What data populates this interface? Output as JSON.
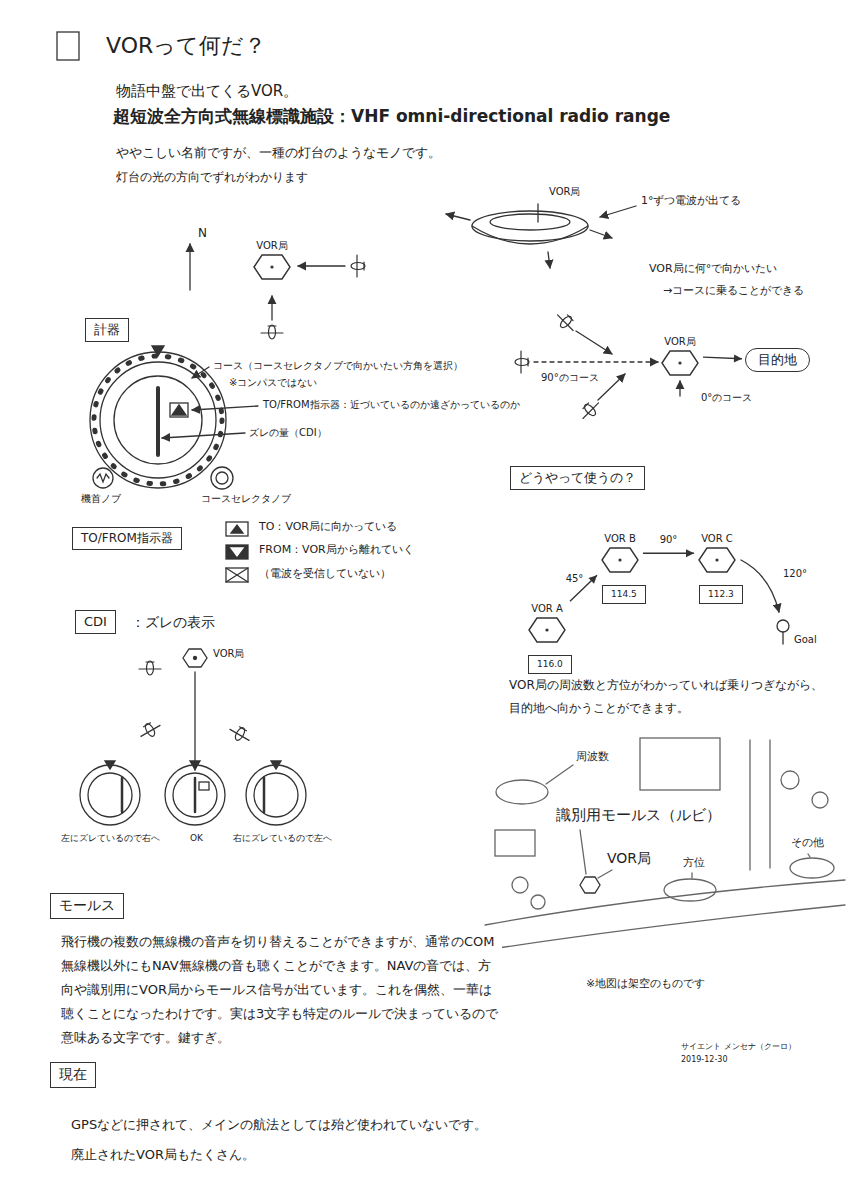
{
  "diagram": {
    "title": "VORって何だ？",
    "nodes": [
      {
        "text": [
          "VOR局"
        ]
      },
      {
        "text": [
          "計器"
        ]
      },
      {
        "text": [
          "VOR局"
        ]
      },
      {
        "text": [
          "目的地"
        ]
      },
      {
        "text": [
          "どうやって使うの？"
        ]
      },
      {
        "text": [
          "TO/FROM指示器"
        ]
      },
      {
        "text": [
          "VOR A"
        ]
      },
      {
        "text": [
          "116.0"
        ]
      },
      {
        "text": [
          "VOR B"
        ]
      },
      {
        "text": [
          "114.5"
        ]
      },
      {
        "text": [
          "VOR C"
        ]
      },
      {
        "text": [
          "112.3"
        ]
      },
      {
        "text": [
          "CDI"
        ]
      },
      {
        "text": [
          "モールス"
        ]
      },
      {
        "text": [
          "現在"
        ]
      }
    ],
    "edges": [
      {
        "from": 2,
        "to": 3,
        "arrow": "to"
      },
      {
        "from": 6,
        "to": 8,
        "label": "45°",
        "arrow": "to"
      },
      {
        "from": 8,
        "to": 10,
        "label": "90°",
        "arrow": "to"
      }
    ],
    "labels": [
      "物語中盤で出てくるVOR。",
      "超短波全方向式無線標識施設：VHF omni-directional radio range",
      "ややこしい名前ですが、一種の灯台のようなモノです。",
      "灯台の光の方向でずれがわかります",
      "VOR局",
      "1°ずつ電波が出てる",
      "N",
      "コース（コースセレクタノブで向かいたい方角を選択）",
      "※コンパスではない",
      "TO/FROM指示器：近づいているのか遠ざかっているのか",
      "ズレの量（CDI）",
      "機首ノブ",
      "コースセレクタノブ",
      "VOR局に何°で向かいたい",
      "→コースに乗ることができる",
      "90°のコース",
      "0°のコース",
      "TO：VOR局に向かっている",
      "FROM：VOR局から離れていく",
      "（電波を受信していない）",
      "：ズレの表示",
      "VOR局",
      "左にズレているので右へ",
      "OK",
      "右にズレているので左へ",
      "120°",
      "Goal",
      "VOR局の周波数と方位がわかっていれば乗りつぎながら、",
      "目的地へ向かうことができます。",
      "周波数",
      "識別用モールス（ルビ）",
      "VOR局",
      "方位",
      "その他",
      "※地図は架空のものです",
      "飛行機の複数の無線機の音声を切り替えることができますが、通常のCOM無線機以外にもNAV無線機の音も聴くことができます。NAVの音では、方向や識別用にVOR局からモールス信号が出ています。これを偶然、一華は聴くことになったわけです。実は3文字も特定のルールで決まっているので意味ある文字です。鍵すぎ。",
      "GPSなどに押されて、メインの航法としては殆ど使われていないです。廃止されたVOR局もたくさん。",
      "サイエント メンセナ（クーロ）",
      "2019-12-30"
    ]
  }
}
